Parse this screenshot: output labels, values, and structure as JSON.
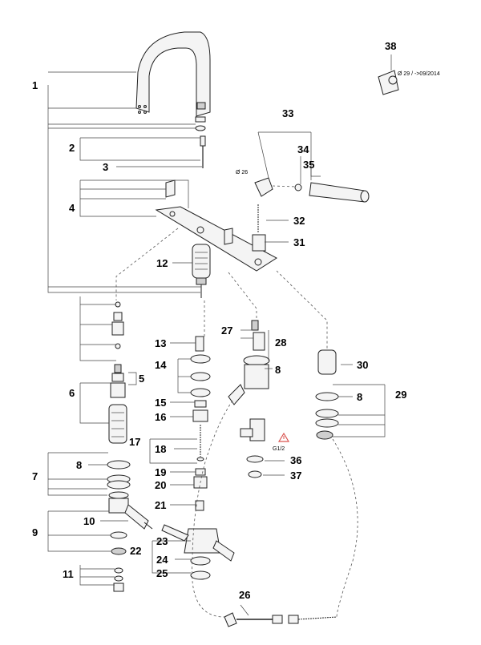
{
  "callouts": [
    {
      "id": "1",
      "text": "1"
    },
    {
      "id": "2",
      "text": "2"
    },
    {
      "id": "3",
      "text": "3"
    },
    {
      "id": "4",
      "text": "4"
    },
    {
      "id": "5",
      "text": "5"
    },
    {
      "id": "6",
      "text": "6"
    },
    {
      "id": "7",
      "text": "7"
    },
    {
      "id": "8a",
      "text": "8"
    },
    {
      "id": "8b",
      "text": "8"
    },
    {
      "id": "8c",
      "text": "8"
    },
    {
      "id": "9",
      "text": "9"
    },
    {
      "id": "10",
      "text": "10"
    },
    {
      "id": "11",
      "text": "11"
    },
    {
      "id": "12",
      "text": "12"
    },
    {
      "id": "13",
      "text": "13"
    },
    {
      "id": "14",
      "text": "14"
    },
    {
      "id": "15",
      "text": "15"
    },
    {
      "id": "16",
      "text": "16"
    },
    {
      "id": "17",
      "text": "17"
    },
    {
      "id": "18",
      "text": "18"
    },
    {
      "id": "19",
      "text": "19"
    },
    {
      "id": "20",
      "text": "20"
    },
    {
      "id": "21",
      "text": "21"
    },
    {
      "id": "22",
      "text": "22"
    },
    {
      "id": "23",
      "text": "23"
    },
    {
      "id": "24",
      "text": "24"
    },
    {
      "id": "25",
      "text": "25"
    },
    {
      "id": "26",
      "text": "26"
    },
    {
      "id": "27",
      "text": "27"
    },
    {
      "id": "28",
      "text": "28"
    },
    {
      "id": "29",
      "text": "29"
    },
    {
      "id": "30",
      "text": "30"
    },
    {
      "id": "31",
      "text": "31"
    },
    {
      "id": "32",
      "text": "32"
    },
    {
      "id": "33",
      "text": "33"
    },
    {
      "id": "34",
      "text": "34"
    },
    {
      "id": "35",
      "text": "35"
    },
    {
      "id": "36",
      "text": "36"
    },
    {
      "id": "37",
      "text": "37"
    },
    {
      "id": "38",
      "text": "38"
    }
  ],
  "notes": {
    "dia_26": "Ø 26",
    "dia_29": "Ø 29 / ->09/2014",
    "thread": "G1/2"
  },
  "colors": {
    "line": "#222222",
    "warning": "#d9534f"
  }
}
